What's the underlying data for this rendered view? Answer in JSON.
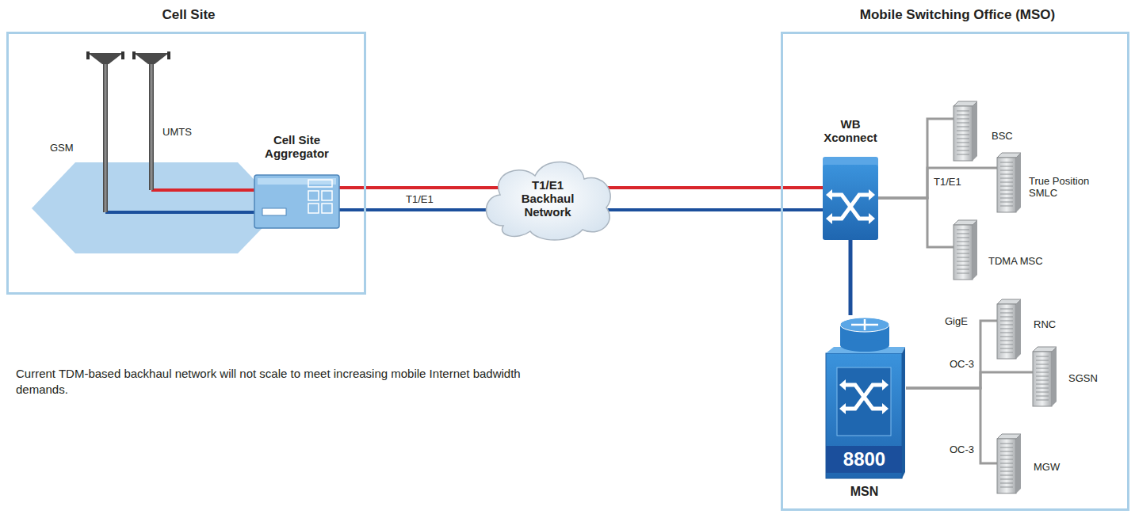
{
  "diagram": {
    "nodes": [
      {
        "text": [
          "Cell Site"
        ]
      },
      {
        "text": [
          "GSM"
        ],
        "in": 0
      },
      {
        "text": [
          "UMTS"
        ],
        "in": 0
      },
      {
        "text": [
          "Cell Site Aggregator"
        ],
        "in": 0
      },
      {
        "text": [
          "T1/E1 Backhaul Network"
        ]
      },
      {
        "text": [
          "Mobile Switching Office (MSO)"
        ]
      },
      {
        "text": [
          "WB Xconnect"
        ],
        "in": 5
      },
      {
        "text": [
          "BSC"
        ],
        "in": 5
      },
      {
        "text": [
          "True Position SMLC"
        ],
        "in": 5
      },
      {
        "text": [
          "TDMA MSC"
        ],
        "in": 5
      },
      {
        "text": [
          "8800",
          "MSN"
        ],
        "in": 5
      },
      {
        "text": [
          "RNC"
        ],
        "in": 5
      },
      {
        "text": [
          "SGSN"
        ],
        "in": 5
      },
      {
        "text": [
          "MGW"
        ],
        "in": 5
      }
    ],
    "edges": [
      {
        "from": 2,
        "to": 3,
        "arrow": "none"
      },
      {
        "from": 1,
        "to": 3,
        "arrow": "none"
      },
      {
        "from": 3,
        "to": 4,
        "arrow": "none"
      },
      {
        "from": 3,
        "to": 4,
        "label": "T1/E1",
        "arrow": "none"
      },
      {
        "from": 4,
        "to": 6,
        "arrow": "none"
      },
      {
        "from": 4,
        "to": 6,
        "arrow": "none"
      },
      {
        "from": 6,
        "to": 7,
        "arrow": "none"
      },
      {
        "from": 6,
        "to": 8,
        "label": "T1/E1",
        "arrow": "none"
      },
      {
        "from": 6,
        "to": 9,
        "arrow": "none"
      },
      {
        "from": 6,
        "to": 10,
        "arrow": "none"
      },
      {
        "from": 10,
        "to": 11,
        "label": "GigE",
        "arrow": "none"
      },
      {
        "from": 10,
        "to": 12,
        "label": "OC-3",
        "arrow": "none"
      },
      {
        "from": 10,
        "to": 13,
        "label": "OC-3",
        "arrow": "none"
      }
    ],
    "labels": [
      "Current TDM-based backhaul network will not scale to meet increasing mobile Internet badwidth demands."
    ]
  }
}
